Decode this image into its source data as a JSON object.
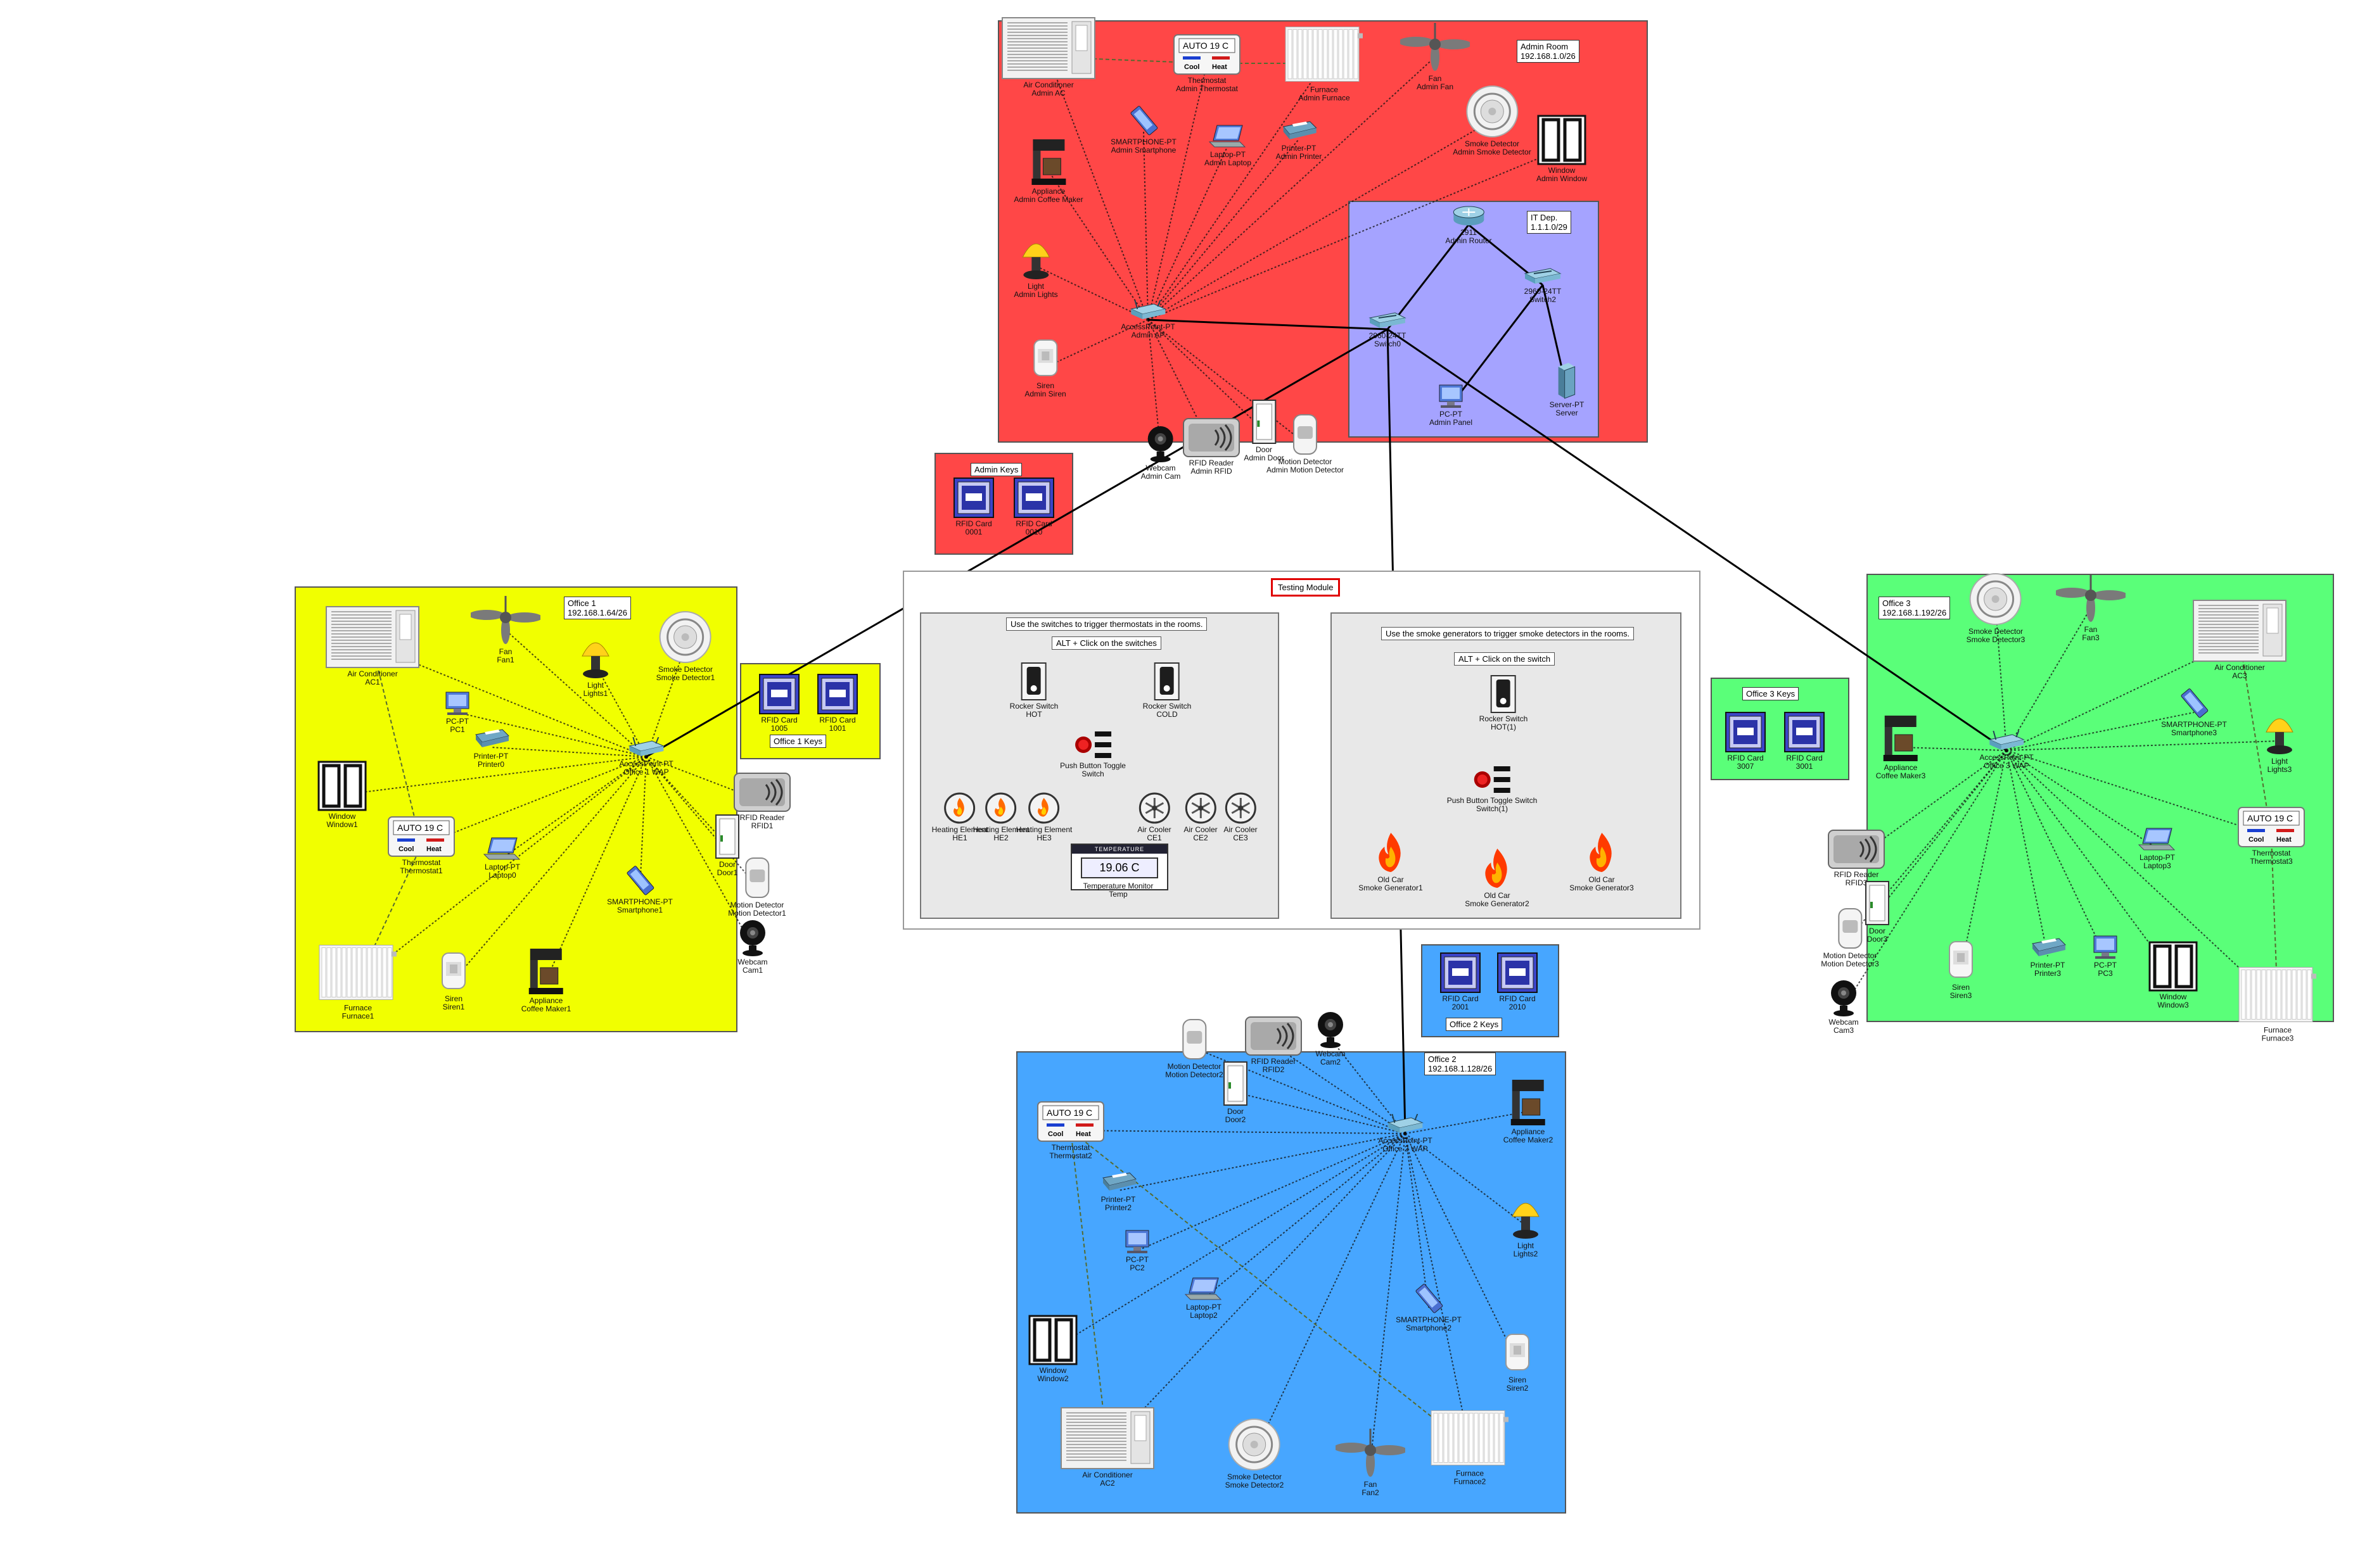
{
  "zones": {
    "admin": {
      "label": "Admin Room\n192.168.1.0/26",
      "color": "#ff4747"
    },
    "it": {
      "label": "IT Dep.\n1.1.1.0/29",
      "color": "#a5a3ff"
    },
    "admin_keys": {
      "label": "Admin Keys",
      "color": "#ff4747"
    },
    "office1": {
      "label": "Office 1\n192.168.1.64/26",
      "color": "#f1ff00"
    },
    "office1_keys": {
      "label": "Office 1 Keys",
      "color": "#f1ff00"
    },
    "office3": {
      "label": "Office 3\n192.168.1.192/26",
      "color": "#5aff79"
    },
    "office3_keys": {
      "label": "Office 3 Keys",
      "color": "#5aff79"
    },
    "office2": {
      "label": "Office 2\n192.168.1.128/26",
      "color": "#47a6ff"
    },
    "office2_keys": {
      "label": "Office 2 Keys",
      "color": "#47a6ff"
    }
  },
  "testing": {
    "title": "Testing Module",
    "left_note": "Use the switches to trigger thermostats in the rooms.",
    "left_hint": "ALT + Click on the switches",
    "right_note": "Use the smoke generators to trigger smoke detectors in the rooms.",
    "right_hint": "ALT + Click on the switch",
    "temperature_header": "TEMPERATURE",
    "temperature_value": "19.06 C"
  },
  "thermostat_display": {
    "mode": "AUTO",
    "temp": "19",
    "unit": "C",
    "cool": "Cool",
    "heat": "Heat"
  },
  "devices": [
    {
      "id": "admin-ac",
      "type": "ac",
      "label": "Air Conditioner\nAdmin AC"
    },
    {
      "id": "admin-thermostat",
      "type": "thermostat",
      "label": "Thermostat\nAdmin Thermostat"
    },
    {
      "id": "admin-furnace",
      "type": "furnace",
      "label": "Furnace\nAdmin Furnace"
    },
    {
      "id": "admin-fan",
      "type": "fan",
      "label": "Fan\nAdmin Fan"
    },
    {
      "id": "admin-smartphone",
      "type": "smartphone",
      "label": "SMARTPHONE-PT\nAdmin Smartphone"
    },
    {
      "id": "admin-laptop",
      "type": "laptop",
      "label": "Laptop-PT\nAdmin Laptop"
    },
    {
      "id": "admin-printer",
      "type": "printer",
      "label": "Printer-PT\nAdmin Printer"
    },
    {
      "id": "admin-smoke",
      "type": "smoke",
      "label": "Smoke Detector\nAdmin Smoke Detector"
    },
    {
      "id": "admin-coffee",
      "type": "coffee",
      "label": "Appliance\nAdmin Coffee Maker"
    },
    {
      "id": "admin-window",
      "type": "window",
      "label": "Window\nAdmin Window"
    },
    {
      "id": "admin-light",
      "type": "light",
      "label": "Light\nAdmin Lights"
    },
    {
      "id": "admin-siren",
      "type": "siren",
      "label": "Siren\nAdmin Siren"
    },
    {
      "id": "admin-ap",
      "type": "ap",
      "label": "AccessPoint-PT\nAdmin AP"
    },
    {
      "id": "admin-router",
      "type": "router",
      "label": "2911\nAdmin Router"
    },
    {
      "id": "switch2",
      "type": "switch",
      "label": "2960-24TT\nSwitch2"
    },
    {
      "id": "switch0",
      "type": "switch",
      "label": "2960-24TT\nSwitch0"
    },
    {
      "id": "admin-pc",
      "type": "pc",
      "label": "PC-PT\nAdmin Panel"
    },
    {
      "id": "server",
      "type": "server",
      "label": "Server-PT\nServer"
    },
    {
      "id": "admin-webcam",
      "type": "webcam",
      "label": "Webcam\nAdmin Cam"
    },
    {
      "id": "admin-rfid",
      "type": "rfid",
      "label": "RFID Reader\nAdmin RFID"
    },
    {
      "id": "admin-door",
      "type": "door",
      "label": "Door\nAdmin Door"
    },
    {
      "id": "admin-motion",
      "type": "motion",
      "label": "Motion Detector\nAdmin Motion Detector"
    },
    {
      "id": "card-0001",
      "type": "card",
      "label": "RFID Card\n0001"
    },
    {
      "id": "card-0010",
      "type": "card",
      "label": "RFID Card\n0010"
    },
    {
      "id": "office1-ac",
      "type": "ac",
      "label": "Air Conditioner\nAC1"
    },
    {
      "id": "office1-fan",
      "type": "fan",
      "label": "Fan\nFan1"
    },
    {
      "id": "office1-light",
      "type": "light",
      "label": "Light\nLights1"
    },
    {
      "id": "office1-smoke",
      "type": "smoke",
      "label": "Smoke Detector\nSmoke Detector1"
    },
    {
      "id": "office1-pc",
      "type": "pc",
      "label": "PC-PT\nPC1"
    },
    {
      "id": "office1-printer",
      "type": "printer",
      "label": "Printer-PT\nPrinter0"
    },
    {
      "id": "office1-ap",
      "type": "ap",
      "label": "AccessPoint-PT\nOffice 1 WAP"
    },
    {
      "id": "office1-window",
      "type": "window",
      "label": "Window\nWindow1"
    },
    {
      "id": "office1-thermostat",
      "type": "thermostat",
      "label": "Thermostat\nThermostat1"
    },
    {
      "id": "office1-laptop",
      "type": "laptop",
      "label": "Laptop-PT\nLaptop0"
    },
    {
      "id": "office1-smartphone",
      "type": "smartphone",
      "label": "SMARTPHONE-PT\nSmartphone1"
    },
    {
      "id": "office1-furnace",
      "type": "furnace",
      "label": "Furnace\nFurnace1"
    },
    {
      "id": "office1-siren",
      "type": "siren",
      "label": "Siren\nSiren1"
    },
    {
      "id": "office1-coffee",
      "type": "coffee",
      "label": "Appliance\nCoffee Maker1"
    },
    {
      "id": "office1-rfid",
      "type": "rfid",
      "label": "RFID Reader\nRFID1"
    },
    {
      "id": "office1-door",
      "type": "door",
      "label": "Door\nDoor1"
    },
    {
      "id": "office1-motion",
      "type": "motion",
      "label": "Motion Detector\nMotion Detector1"
    },
    {
      "id": "office1-webcam",
      "type": "webcam",
      "label": "Webcam\nCam1"
    },
    {
      "id": "card-1005",
      "type": "card",
      "label": "RFID Card\n1005"
    },
    {
      "id": "card-1001",
      "type": "card",
      "label": "RFID Card\n1001"
    },
    {
      "id": "office3-smoke",
      "type": "smoke",
      "label": "Smoke Detector\nSmoke Detector3"
    },
    {
      "id": "office3-fan",
      "type": "fan",
      "label": "Fan\nFan3"
    },
    {
      "id": "office3-ac",
      "type": "ac",
      "label": "Air Conditioner\nAC3"
    },
    {
      "id": "office3-smartphone",
      "type": "smartphone",
      "label": "SMARTPHONE-PT\nSmartphone3"
    },
    {
      "id": "office3-coffee",
      "type": "coffee",
      "label": "Appliance\nCoffee Maker3"
    },
    {
      "id": "office3-ap",
      "type": "ap",
      "label": "AccessPoint-PT\nOffice 3 WAP"
    },
    {
      "id": "office3-light",
      "type": "light",
      "label": "Light\nLights3"
    },
    {
      "id": "office3-thermostat",
      "type": "thermostat",
      "label": "Thermostat\nThermostat3"
    },
    {
      "id": "office3-laptop",
      "type": "laptop",
      "label": "Laptop-PT\nLaptop3"
    },
    {
      "id": "office3-rfid",
      "type": "rfid",
      "label": "RFID Reader\nRFID3"
    },
    {
      "id": "office3-door",
      "type": "door",
      "label": "Door\nDoor3"
    },
    {
      "id": "office3-motion",
      "type": "motion",
      "label": "Motion Detector\nMotion Detector3"
    },
    {
      "id": "office3-siren",
      "type": "siren",
      "label": "Siren\nSiren3"
    },
    {
      "id": "office3-printer",
      "type": "printer",
      "label": "Printer-PT\nPrinter3"
    },
    {
      "id": "office3-pc",
      "type": "pc",
      "label": "PC-PT\nPC3"
    },
    {
      "id": "office3-window",
      "type": "window",
      "label": "Window\nWindow3"
    },
    {
      "id": "office3-webcam",
      "type": "webcam",
      "label": "Webcam\nCam3"
    },
    {
      "id": "office3-furnace",
      "type": "furnace",
      "label": "Furnace\nFurnace3"
    },
    {
      "id": "card-3007",
      "type": "card",
      "label": "RFID Card\n3007"
    },
    {
      "id": "card-3001",
      "type": "card",
      "label": "RFID Card\n3001"
    },
    {
      "id": "office2-motion",
      "type": "motion",
      "label": "Motion Detector\nMotion Detector2"
    },
    {
      "id": "office2-rfid",
      "type": "rfid",
      "label": "RFID Reader\nRFID2"
    },
    {
      "id": "office2-webcam",
      "type": "webcam",
      "label": "Webcam\nCam2"
    },
    {
      "id": "office2-door",
      "type": "door",
      "label": "Door\nDoor2"
    },
    {
      "id": "office2-thermostat",
      "type": "thermostat",
      "label": "Thermostat\nThermostat2"
    },
    {
      "id": "office2-ap",
      "type": "ap",
      "label": "AccessPoint-PT\nOffice 2 WAP"
    },
    {
      "id": "office2-coffee",
      "type": "coffee",
      "label": "Appliance\nCoffee Maker2"
    },
    {
      "id": "office2-printer",
      "type": "printer",
      "label": "Printer-PT\nPrinter2"
    },
    {
      "id": "office2-pc",
      "type": "pc",
      "label": "PC-PT\nPC2"
    },
    {
      "id": "office2-light",
      "type": "light",
      "label": "Light\nLights2"
    },
    {
      "id": "office2-laptop",
      "type": "laptop",
      "label": "Laptop-PT\nLaptop2"
    },
    {
      "id": "office2-smartphone",
      "type": "smartphone",
      "label": "SMARTPHONE-PT\nSmartphone2"
    },
    {
      "id": "office2-window",
      "type": "window",
      "label": "Window\nWindow2"
    },
    {
      "id": "office2-siren",
      "type": "siren",
      "label": "Siren\nSiren2"
    },
    {
      "id": "office2-ac",
      "type": "ac",
      "label": "Air Conditioner\nAC2"
    },
    {
      "id": "office2-smoke",
      "type": "smoke",
      "label": "Smoke Detector\nSmoke Detector2"
    },
    {
      "id": "office2-fan",
      "type": "fan",
      "label": "Fan\nFan2"
    },
    {
      "id": "office2-furnace",
      "type": "furnace",
      "label": "Furnace\nFurnace2"
    },
    {
      "id": "card-2001",
      "type": "card",
      "label": "RFID Card\n2001"
    },
    {
      "id": "card-2010",
      "type": "card",
      "label": "RFID Card\n2010"
    },
    {
      "id": "switch-hot",
      "type": "rocker",
      "label": "Rocker Switch\nHOT"
    },
    {
      "id": "switch-cold",
      "type": "rocker",
      "label": "Rocker Switch\nCOLD"
    },
    {
      "id": "toggle-switch",
      "type": "toggle",
      "label": "Push Button Toggle\nSwitch"
    },
    {
      "id": "he1",
      "type": "heater",
      "label": "Heating Element\nHE1"
    },
    {
      "id": "he2",
      "type": "heater",
      "label": "Heating Element\nHE2"
    },
    {
      "id": "he3",
      "type": "heater",
      "label": "Heating Element\nHE3"
    },
    {
      "id": "ce1",
      "type": "cooler",
      "label": "Air Cooler\nCE1"
    },
    {
      "id": "ce2",
      "type": "cooler",
      "label": "Air Cooler\nCE2"
    },
    {
      "id": "ce3",
      "type": "cooler",
      "label": "Air Cooler\nCE3"
    },
    {
      "id": "temp-monitor",
      "type": "tempmon",
      "label": "Temperature Monitor\nTemp"
    },
    {
      "id": "switch-hot1",
      "type": "rocker",
      "label": "Rocker Switch\nHOT(1)"
    },
    {
      "id": "toggle-switch1",
      "type": "toggle",
      "label": "Push Button Toggle Switch\nSwitch(1)"
    },
    {
      "id": "smoke-gen1",
      "type": "fire",
      "label": "Old Car\nSmoke Generator1"
    },
    {
      "id": "smoke-gen2",
      "type": "fire",
      "label": "Old Car\nSmoke Generator2"
    },
    {
      "id": "smoke-gen3",
      "type": "fire",
      "label": "Old Car\nSmoke Generator3"
    }
  ]
}
